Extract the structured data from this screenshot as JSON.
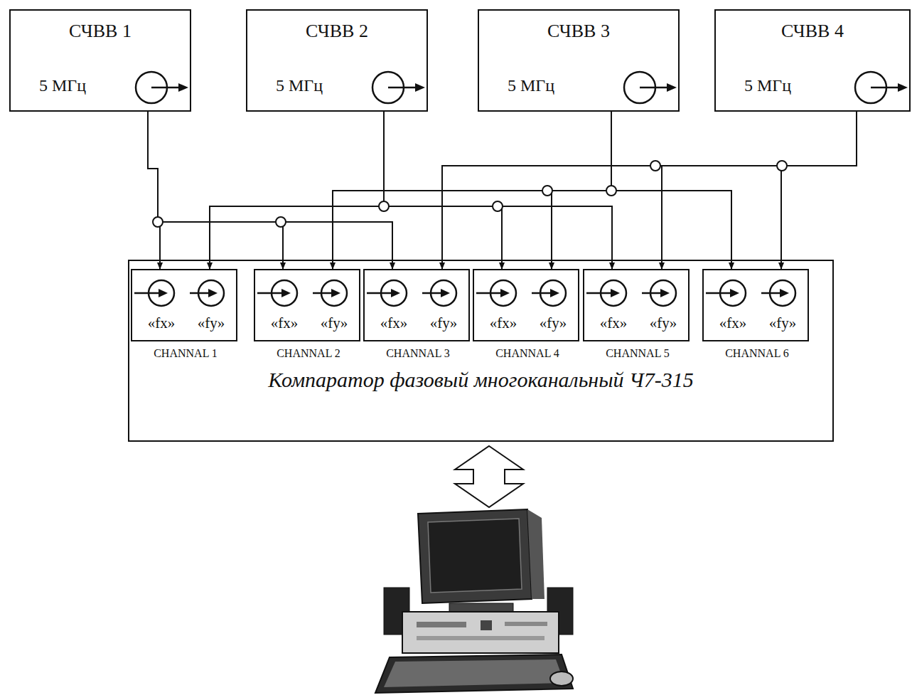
{
  "diagram": {
    "nodes": [
      {
        "text": [
          "СЧВВ 1",
          "5 МГц"
        ]
      },
      {
        "text": [
          "СЧВВ 2",
          "5 МГц"
        ]
      },
      {
        "text": [
          "СЧВВ 3",
          "5 МГц"
        ]
      },
      {
        "text": [
          "СЧВВ 4",
          "5 МГц"
        ]
      },
      {
        "text": [
          "Компаратор фазовый многоканальный Ч7-315"
        ]
      },
      {
        "text": [
          "«fx»",
          "«fy»",
          "CHANNAL 1"
        ],
        "in": 4
      },
      {
        "text": [
          "«fx»",
          "«fy»",
          "CHANNAL 2"
        ],
        "in": 4
      },
      {
        "text": [
          "«fx»",
          "«fy»",
          "CHANNAL 3"
        ],
        "in": 4
      },
      {
        "text": [
          "«fx»",
          "«fy»",
          "CHANNAL 4"
        ],
        "in": 4
      },
      {
        "text": [
          "«fx»",
          "«fy»",
          "CHANNAL 5"
        ],
        "in": 4
      },
      {
        "text": [
          "«fx»",
          "«fy»",
          "CHANNAL 6"
        ],
        "in": 4
      }
    ],
    "edges": [
      {
        "from": 0,
        "to": 5,
        "arrow": "to"
      },
      {
        "from": 0,
        "to": 6,
        "arrow": "to"
      },
      {
        "from": 0,
        "to": 7,
        "arrow": "to"
      },
      {
        "from": 1,
        "to": 5,
        "arrow": "to"
      },
      {
        "from": 1,
        "to": 8,
        "arrow": "to"
      },
      {
        "from": 1,
        "to": 9,
        "arrow": "to"
      },
      {
        "from": 2,
        "to": 6,
        "arrow": "to"
      },
      {
        "from": 2,
        "to": 8,
        "arrow": "to"
      },
      {
        "from": 2,
        "to": 10,
        "arrow": "to"
      },
      {
        "from": 3,
        "to": 7,
        "arrow": "to"
      },
      {
        "from": 3,
        "to": 9,
        "arrow": "to"
      },
      {
        "from": 3,
        "to": 10,
        "arrow": "to"
      }
    ]
  }
}
